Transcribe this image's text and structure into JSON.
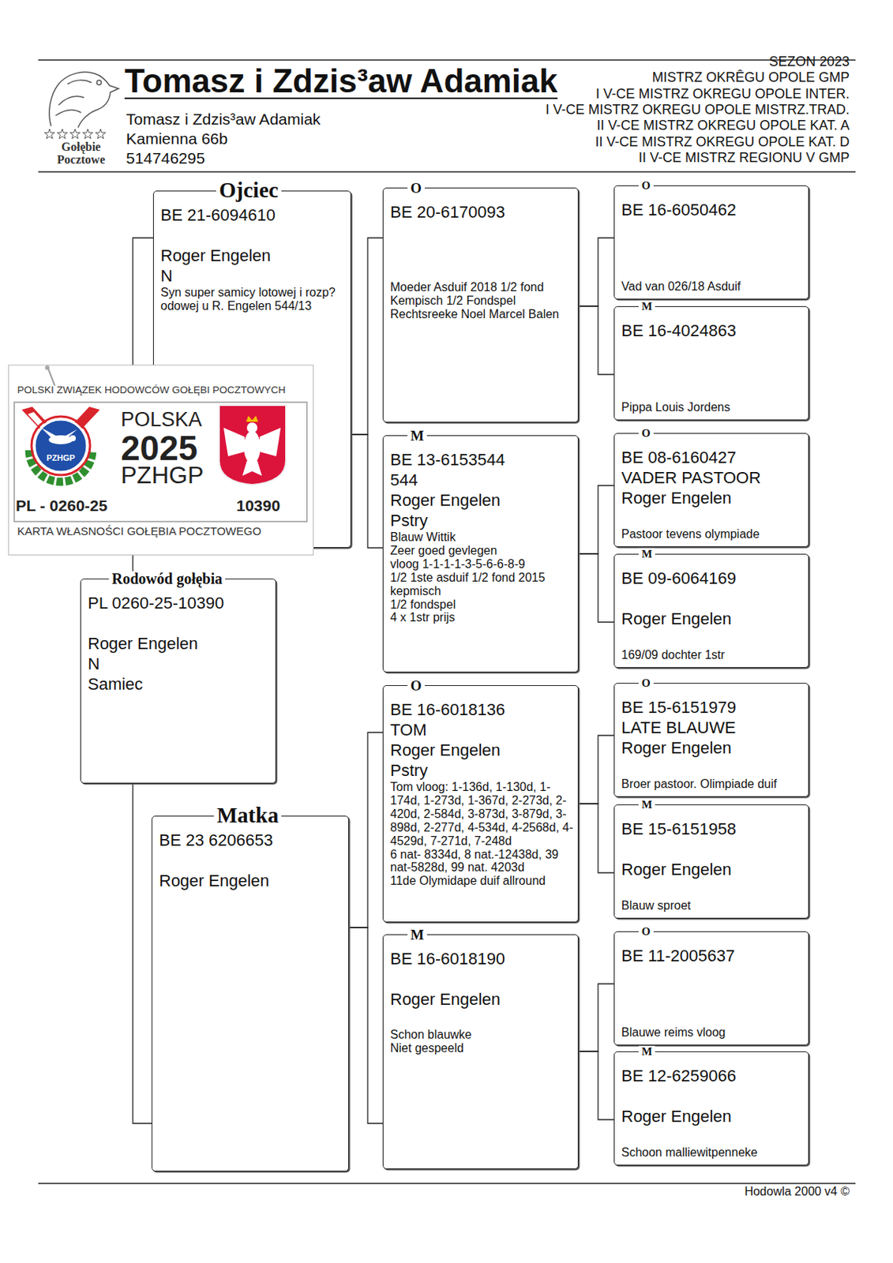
{
  "diagram": {
    "title": "Tomasz i Zdzis³aw Adamiak",
    "nodes": [
      {
        "text": [
          "Rodowód gołębia",
          "PL 0260-25-10390",
          "Roger Engelen",
          "N",
          "Samiec"
        ]
      },
      {
        "text": [
          "Ojciec",
          "BE 21-6094610",
          "Roger Engelen",
          "N",
          "Syn super samicy lotowej i rozp?odowej u R. Engelen 544/13"
        ]
      },
      {
        "text": [
          "Matka",
          "BE 23 6206653",
          "Roger Engelen"
        ]
      },
      {
        "text": [
          "POLSKI ZWIĄZEK HODOWCÓW GOŁĘBI POCZTOWYCH",
          "POLSKA",
          "2025",
          "PZHGP",
          "PL - 0260-25",
          "10390",
          "KARTA WŁASNOŚCI GOŁĘBIA POCZTOWEGO",
          "PZHGP"
        ]
      },
      {
        "text": [
          "O",
          "BE 20-6170093",
          "Moeder Asduif 2018 1/2 fond Kempisch 1/2 Fondspel Rechtsreeke Noel Marcel Balen"
        ]
      },
      {
        "text": [
          "M",
          "BE 13-6153544",
          "544",
          "Roger Engelen",
          "Pstry",
          "Blauw Wittik",
          "Zeer goed gevlegen",
          "vloog 1-1-1-1-3-5-6-6-8-9",
          "1/2 1ste asduif 1/2 fond 2015 kepmisch",
          "1/2 fondspel",
          "4 x 1str prijs"
        ]
      },
      {
        "text": [
          "O",
          "BE 16-6018136",
          "TOM",
          "Roger Engelen",
          "Pstry",
          "Tom vloog: 1-136d, 1-130d, 1-174d, 1-273d, 1-367d, 2-273d, 2-420d, 2-584d, 3-873d, 3-879d, 3-898d, 2-277d, 4-534d, 4-2568d, 4-4529d, 7-271d, 7-248d",
          "6 nat- 8334d, 8 nat.-12438d, 39 nat-5828d, 99 nat. 4203d",
          "11de Olymidape duif allround"
        ]
      },
      {
        "text": [
          "M",
          "BE 16-6018190",
          "Roger Engelen",
          "Schon blauwke",
          "Niet gespeeld"
        ]
      },
      {
        "text": [
          "O",
          "BE 16-6050462",
          "Vad van 026/18 Asduif"
        ]
      },
      {
        "text": [
          "M",
          "BE 16-4024863",
          "Pippa Louis Jordens"
        ]
      },
      {
        "text": [
          "O",
          "BE 08-6160427",
          "VADER PASTOOR",
          "Roger Engelen",
          "Pastoor tevens olympiade"
        ]
      },
      {
        "text": [
          "M",
          "BE 09-6064169",
          "Roger Engelen",
          "169/09 dochter 1str"
        ]
      },
      {
        "text": [
          "O",
          "BE 15-6151979",
          "LATE BLAUWE",
          "Roger Engelen",
          "Broer pastoor. Olimpiade duif"
        ]
      },
      {
        "text": [
          "M",
          "BE 15-6151958",
          "Roger Engelen",
          "Blauw sproet"
        ]
      },
      {
        "text": [
          "O",
          "BE 11-2005637",
          "Blauwe reims vloog"
        ]
      },
      {
        "text": [
          "M",
          "BE 12-6259066",
          "Roger Engelen",
          "Schoon malliewitpenneke"
        ]
      }
    ],
    "edges": [
      {
        "from": 0,
        "to": 1,
        "arrow": "none"
      },
      {
        "from": 0,
        "to": 2,
        "arrow": "none"
      },
      {
        "from": 1,
        "to": 4,
        "arrow": "none"
      },
      {
        "from": 1,
        "to": 5,
        "arrow": "none"
      },
      {
        "from": 2,
        "to": 6,
        "arrow": "none"
      },
      {
        "from": 2,
        "to": 7,
        "arrow": "none"
      },
      {
        "from": 4,
        "to": 8,
        "arrow": "none"
      },
      {
        "from": 4,
        "to": 9,
        "arrow": "none"
      },
      {
        "from": 5,
        "to": 10,
        "arrow": "none"
      },
      {
        "from": 5,
        "to": 11,
        "arrow": "none"
      },
      {
        "from": 6,
        "to": 12,
        "arrow": "none"
      },
      {
        "from": 6,
        "to": 13,
        "arrow": "none"
      },
      {
        "from": 7,
        "to": 14,
        "arrow": "none"
      },
      {
        "from": 7,
        "to": 15,
        "arrow": "none"
      }
    ],
    "labels": [
      "SEZON 2023",
      "MISTRZ OKRÊGU OPOLE GMP",
      "I V-CE MISTRZ OKREGU OPOLE INTER.",
      "I V-CE MISTRZ OKREGU OPOLE MISTRZ.TRAD.",
      "II V-CE MISTRZ OKREGU OPOLE KAT. A",
      "II V-CE MISTRZ OKREGU OPOLE KAT. D",
      "II V-CE MISTRZ REGIONU V GMP",
      "Tomasz i Zdzis³aw Adamiak",
      "Kamienna 66b",
      "514746295",
      "Gołębie Pocztowe",
      "Hodowla 2000 v4 ©"
    ]
  }
}
